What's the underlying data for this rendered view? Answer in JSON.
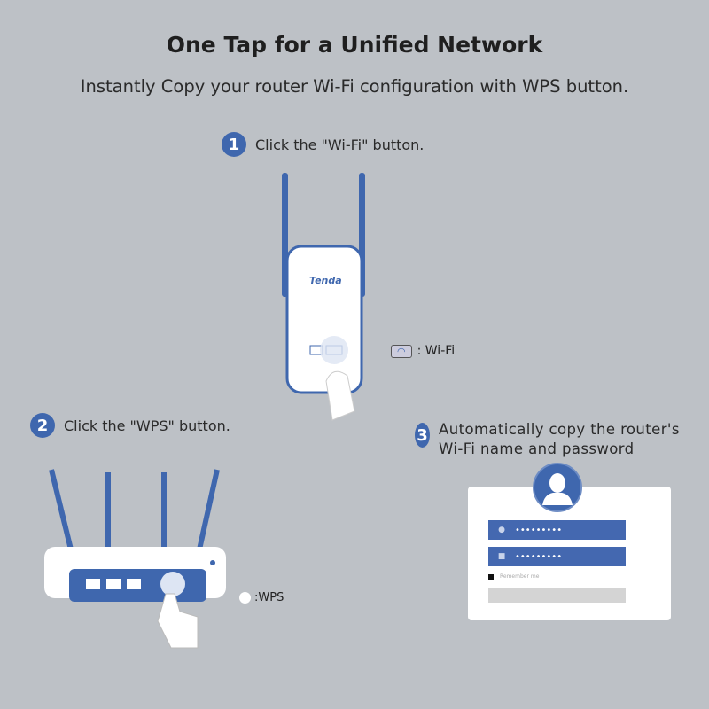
{
  "title": "One Tap for a Unified Network",
  "subtitle": "Instantly Copy your router Wi-Fi configuration with WPS button.",
  "steps": [
    {
      "number": "1",
      "text": "Click the \"Wi-Fi\" button."
    },
    {
      "number": "2",
      "text": "Click the \"WPS\" button."
    },
    {
      "number": "3",
      "text": "Automatically copy the router's Wi-Fi name and password"
    }
  ],
  "extender": {
    "brand": "Tenda",
    "legend": ": Wi-Fi"
  },
  "router": {
    "legend": ":WPS"
  },
  "login": {
    "username_mask": "•••••••••",
    "password_mask": "•••••••••",
    "remember": "Remember me"
  },
  "colors": {
    "accent": "#3f67ae",
    "background": "#bdc1c6"
  }
}
